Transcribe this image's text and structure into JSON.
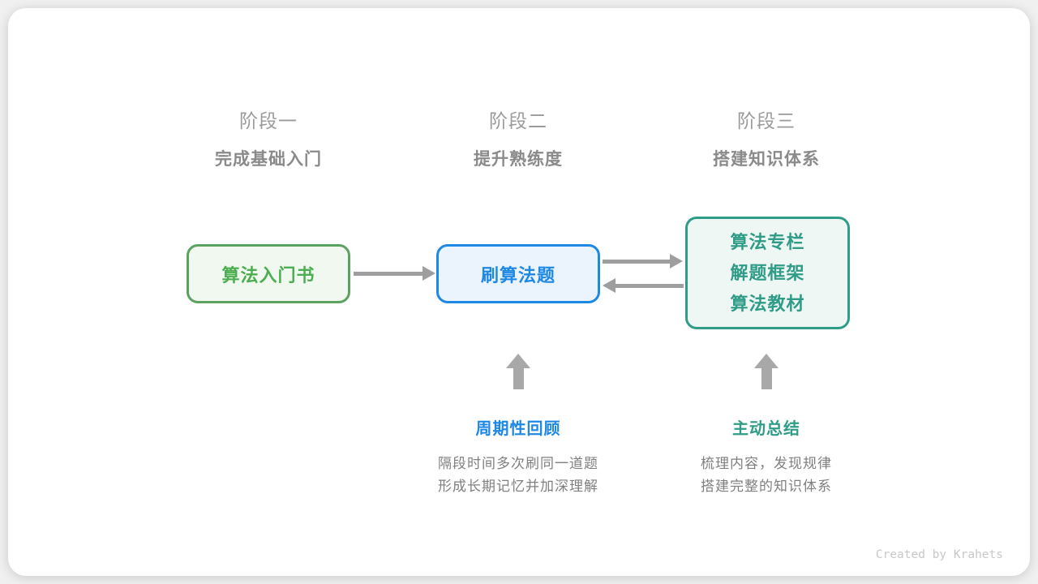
{
  "stages": [
    {
      "label": "阶段一",
      "subtitle": "完成基础入门"
    },
    {
      "label": "阶段二",
      "subtitle": "提升熟练度"
    },
    {
      "label": "阶段三",
      "subtitle": "搭建知识体系"
    }
  ],
  "nodes": {
    "intro_book": {
      "label": "算法入门书"
    },
    "practice": {
      "label": "刷算法题"
    },
    "resources": {
      "lines": [
        "算法专栏",
        "解题框架",
        "算法教材"
      ]
    }
  },
  "annotations": [
    {
      "title": "周期性回顾",
      "desc_lines": [
        "隔段时间多次刷同一道题",
        "形成长期记忆并加深理解"
      ]
    },
    {
      "title": "主动总结",
      "desc_lines": [
        "梳理内容，发现规律",
        "搭建完整的知识体系"
      ]
    }
  ],
  "credit": "Created by Krahets",
  "colors": {
    "green_node": "#4cae50",
    "blue_node": "#1e88e5",
    "teal_node": "#2f9c88",
    "arrow_gray": "#9e9e9e",
    "header_gray": "#9b9b9b",
    "body_gray": "#7f7f7f"
  }
}
